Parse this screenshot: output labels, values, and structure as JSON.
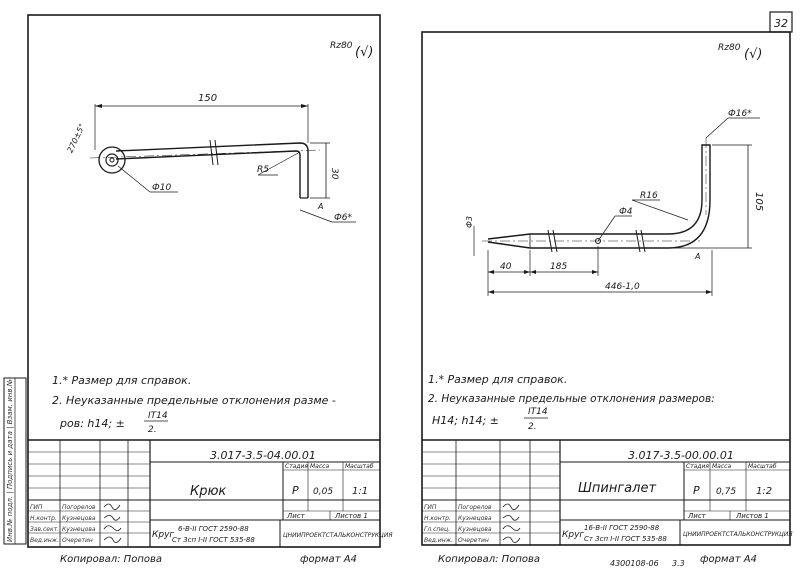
{
  "page_number": "32",
  "left": {
    "roughness": "Rz80",
    "check_mark": "(√)",
    "dims": {
      "length": "150",
      "angle": "270±5°",
      "radius": "R5",
      "bend_dia": "Ф10",
      "height": "30",
      "rod_dia": "Ф6*"
    },
    "notes": {
      "note1": "1.* Размер для справок.",
      "note2_line1": "2. Неуказанные предельные отклонения разме -",
      "note2_line2_prefix": "ров: h14; ±",
      "note2_fraction_top": "IT14",
      "note2_fraction_bottom": "2."
    },
    "title_block": {
      "doc_code": "3.017-3.5-04.00.01",
      "name": "Крюк",
      "header_stage": "Стадия",
      "header_mass": "Масса",
      "header_scale": "Масштаб",
      "stage": "Р",
      "mass": "0,05",
      "scale": "1:1",
      "sheet": "Лист",
      "sheets": "Листов 1",
      "material_prefix": "Круг",
      "material_line1": "6-В-II ГОСТ 2590-88",
      "material_line2": "Ст 3сп I-II ГОСТ 535-88",
      "org": "ЦНИИПРОЕКТСТАЛЬКОНСТРУКЦИЯ",
      "roles": [
        "ГИП",
        "Н.контр.",
        "Зав.сект.",
        "Вед.инж."
      ],
      "names": [
        "Погорелов",
        "Кузнецова",
        "Кузнецова",
        "Очеретин"
      ]
    },
    "footer_copied": "Копировал: Попова",
    "footer_format": "формат А4",
    "side_stamp": "Инв.№ подл. | Подпись и дата | Взам. инв.№"
  },
  "right": {
    "roughness": "Rz80",
    "check_mark": "(√)",
    "dims": {
      "top_dia": "Ф16*",
      "bend_radius": "R16",
      "inner_dia": "Ф4",
      "tip_dia": "Ф3",
      "height": "105",
      "seg1": "40",
      "seg2": "185",
      "total": "446-1,0"
    },
    "notes": {
      "note1": "1.* Размер для справок.",
      "note2_line1": "2. Неуказанные предельные отклонения размеров:",
      "note2_line2_prefix": "Н14; h14; ±",
      "note2_fraction_top": "IT14",
      "note2_fraction_bottom": "2."
    },
    "title_block": {
      "doc_code": "3.017-3.5-00.00.01",
      "name": "Шпингалет",
      "header_stage": "Стадия",
      "header_mass": "Масса",
      "header_scale": "Масштаб",
      "stage": "Р",
      "mass": "0,75",
      "scale": "1:2",
      "sheet": "Лист",
      "sheets": "Листов 1",
      "material_prefix": "Круг",
      "material_line1": "16-В-II ГОСТ 2590-88",
      "material_line2": "Ст 3сп I-II ГОСТ 535-88",
      "org": "ЦНИИПРОЕКТСТАЛЬКОНСТРУКЦИЯ",
      "roles": [
        "ГИП",
        "Н.контр.",
        "Гл.спец.",
        "Вед.инж."
      ],
      "names": [
        "Погорелов",
        "Кузнецова",
        "Кузнецова",
        "Очеретин"
      ]
    },
    "footer_copied": "Копировал: Попова",
    "footer_code": "4300108-06",
    "footer_sheet": "3.3",
    "footer_format": "формат А4"
  }
}
